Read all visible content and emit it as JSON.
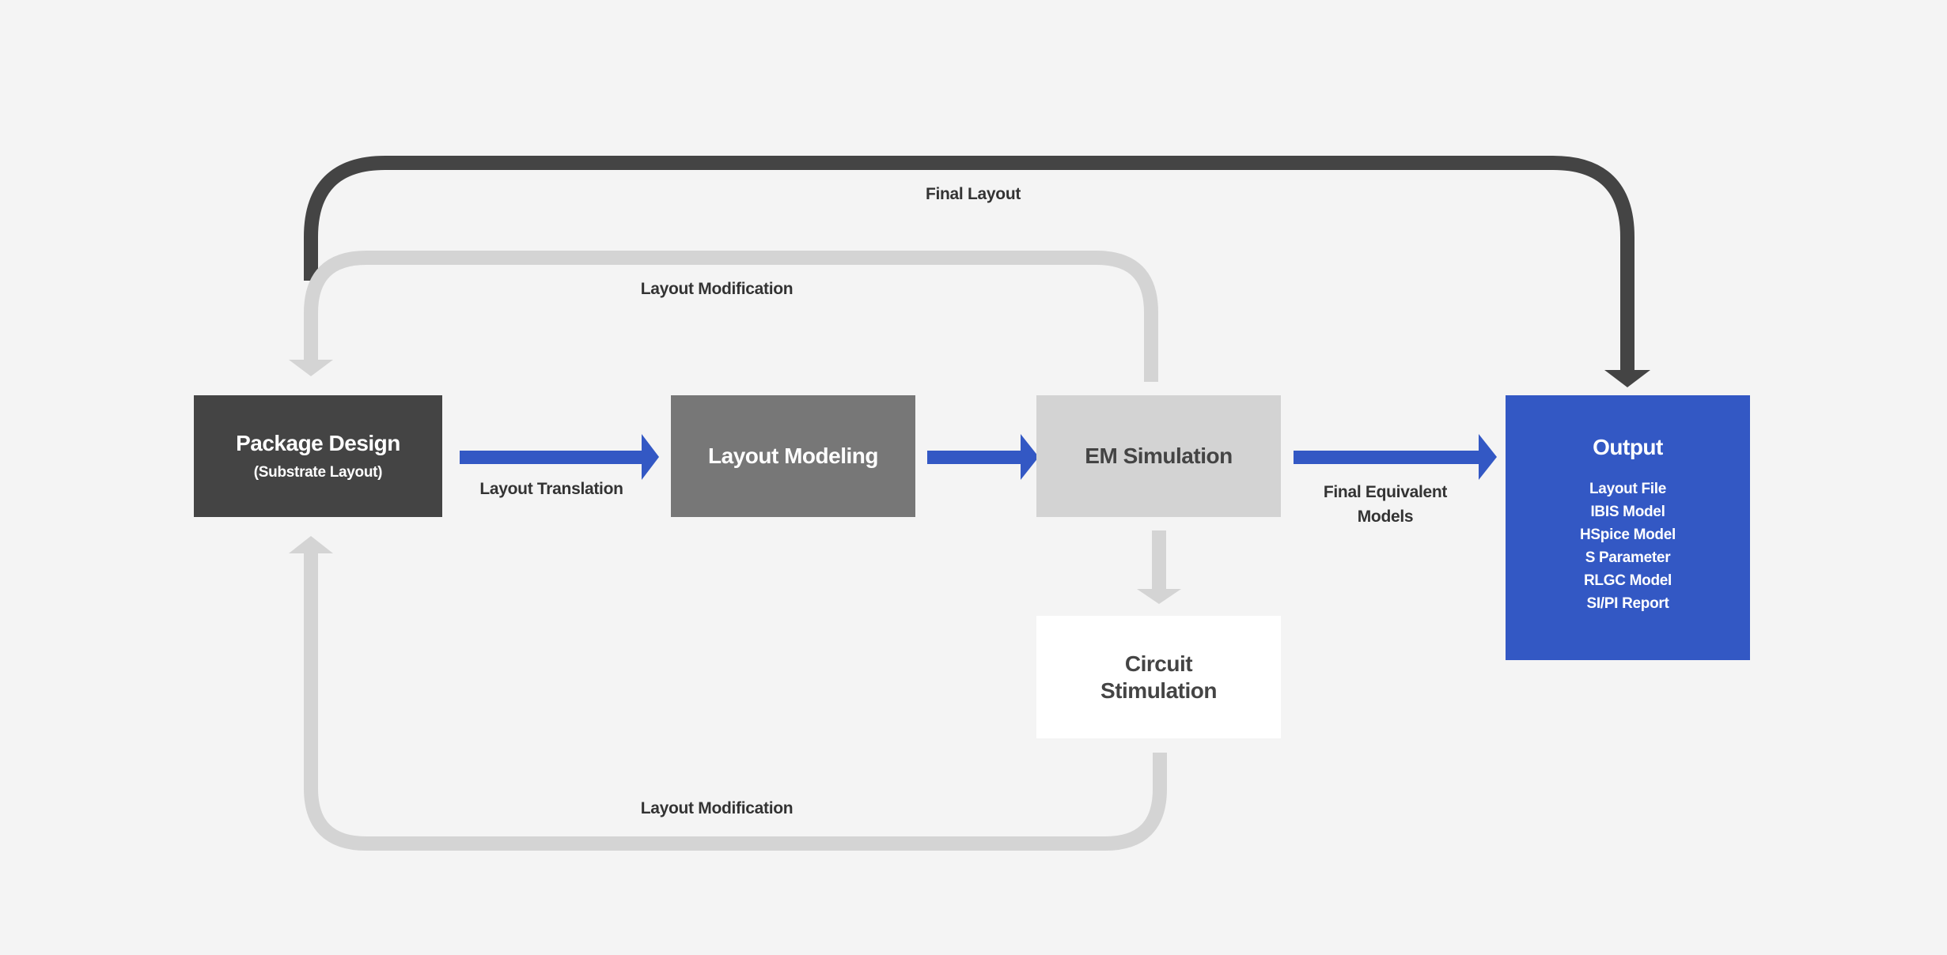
{
  "colors": {
    "background": "#f4f4f4",
    "dark_loop": "#444444",
    "light_loop": "#d4d4d4",
    "accent_blue": "#3358c4",
    "package_box": "#444444",
    "modeling_box": "#777777",
    "em_box": "#d3d3d3",
    "circuit_box": "#ffffff"
  },
  "nodes": {
    "package_design": {
      "title": "Package Design",
      "subtitle": "(Substrate Layout)"
    },
    "layout_modeling": {
      "title": "Layout Modeling"
    },
    "em_simulation": {
      "title": "EM Simulation"
    },
    "circuit_stimulation": {
      "title_line1": "Circuit",
      "title_line2": "Stimulation"
    },
    "output": {
      "title": "Output",
      "items": [
        "Layout File",
        "IBIS Model",
        "HSpice Model",
        "S Parameter",
        "RLGC Model",
        "SI/PI Report"
      ]
    }
  },
  "edges": {
    "final_layout": "Final Layout",
    "layout_modification_top": "Layout Modification",
    "layout_translation": "Layout Translation",
    "final_equivalent_models": "Final Equivalent Models",
    "layout_modification_bottom": "Layout Modification"
  }
}
